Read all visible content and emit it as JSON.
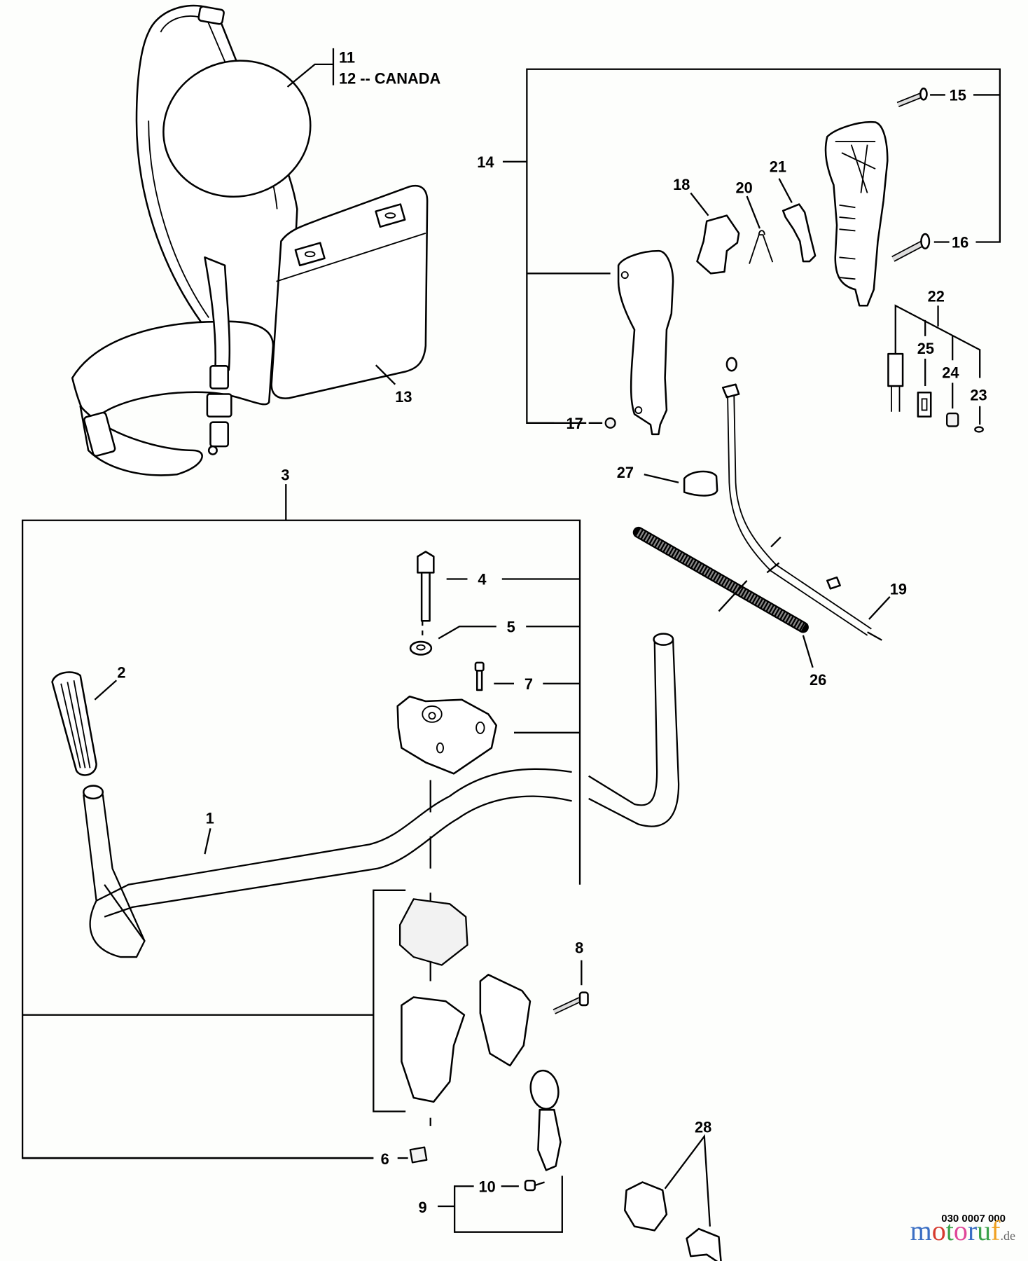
{
  "diagram": {
    "type": "exploded parts diagram",
    "subject": "Trimmer handlebar, shoulder strap and throttle handle assembly",
    "drawing_number": "030 0007 000",
    "watermark": {
      "letters": [
        "m",
        "o",
        "t",
        "o",
        "r",
        "u",
        "f"
      ],
      "letter_colors": [
        "#3b6fc4",
        "#d63b2f",
        "#3aa24a",
        "#e0479a",
        "#3b6fc4",
        "#3aa24a",
        "#f0a020"
      ],
      "suffix": ".de"
    },
    "labels": {
      "p1": "1",
      "p2": "2",
      "p3": "3",
      "p4": "4",
      "p5": "5",
      "p6": "6",
      "p7": "7",
      "p8": "8",
      "p9": "9",
      "p10": "10",
      "p11": "11",
      "p12": "12 -- CANADA",
      "p13": "13",
      "p14": "14",
      "p15": "15",
      "p16": "16",
      "p17": "17",
      "p18": "18",
      "p19": "19",
      "p20": "20",
      "p21": "21",
      "p22": "22",
      "p23": "23",
      "p24": "24",
      "p25": "25",
      "p26": "26",
      "p27": "27",
      "p28": "28"
    },
    "parts": [
      {
        "ref": "1",
        "name": "handlebar tube"
      },
      {
        "ref": "2",
        "name": "grip"
      },
      {
        "ref": "3",
        "name": "handlebar assembly"
      },
      {
        "ref": "4",
        "name": "bolt"
      },
      {
        "ref": "5",
        "name": "washer"
      },
      {
        "ref": "6",
        "name": "square nut"
      },
      {
        "ref": "7",
        "name": "screw"
      },
      {
        "ref": "8",
        "name": "screw"
      },
      {
        "ref": "9",
        "name": "clamp assembly"
      },
      {
        "ref": "10",
        "name": "bolt"
      },
      {
        "ref": "11",
        "name": "shoulder strap"
      },
      {
        "ref": "12",
        "name": "shoulder strap (Canada)"
      },
      {
        "ref": "13",
        "name": "hip pad"
      },
      {
        "ref": "14",
        "name": "throttle handle assembly"
      },
      {
        "ref": "15",
        "name": "screw"
      },
      {
        "ref": "16",
        "name": "screw"
      },
      {
        "ref": "17",
        "name": "nut"
      },
      {
        "ref": "18",
        "name": "throttle lockout lever"
      },
      {
        "ref": "19",
        "name": "throttle cable"
      },
      {
        "ref": "20",
        "name": "spring"
      },
      {
        "ref": "21",
        "name": "throttle trigger"
      },
      {
        "ref": "22",
        "name": "switch assembly"
      },
      {
        "ref": "23",
        "name": "screw"
      },
      {
        "ref": "24",
        "name": "switch knob"
      },
      {
        "ref": "25",
        "name": "label plate"
      },
      {
        "ref": "26",
        "name": "protective tube"
      },
      {
        "ref": "27",
        "name": "cable clip"
      },
      {
        "ref": "28",
        "name": "clamp"
      }
    ]
  }
}
